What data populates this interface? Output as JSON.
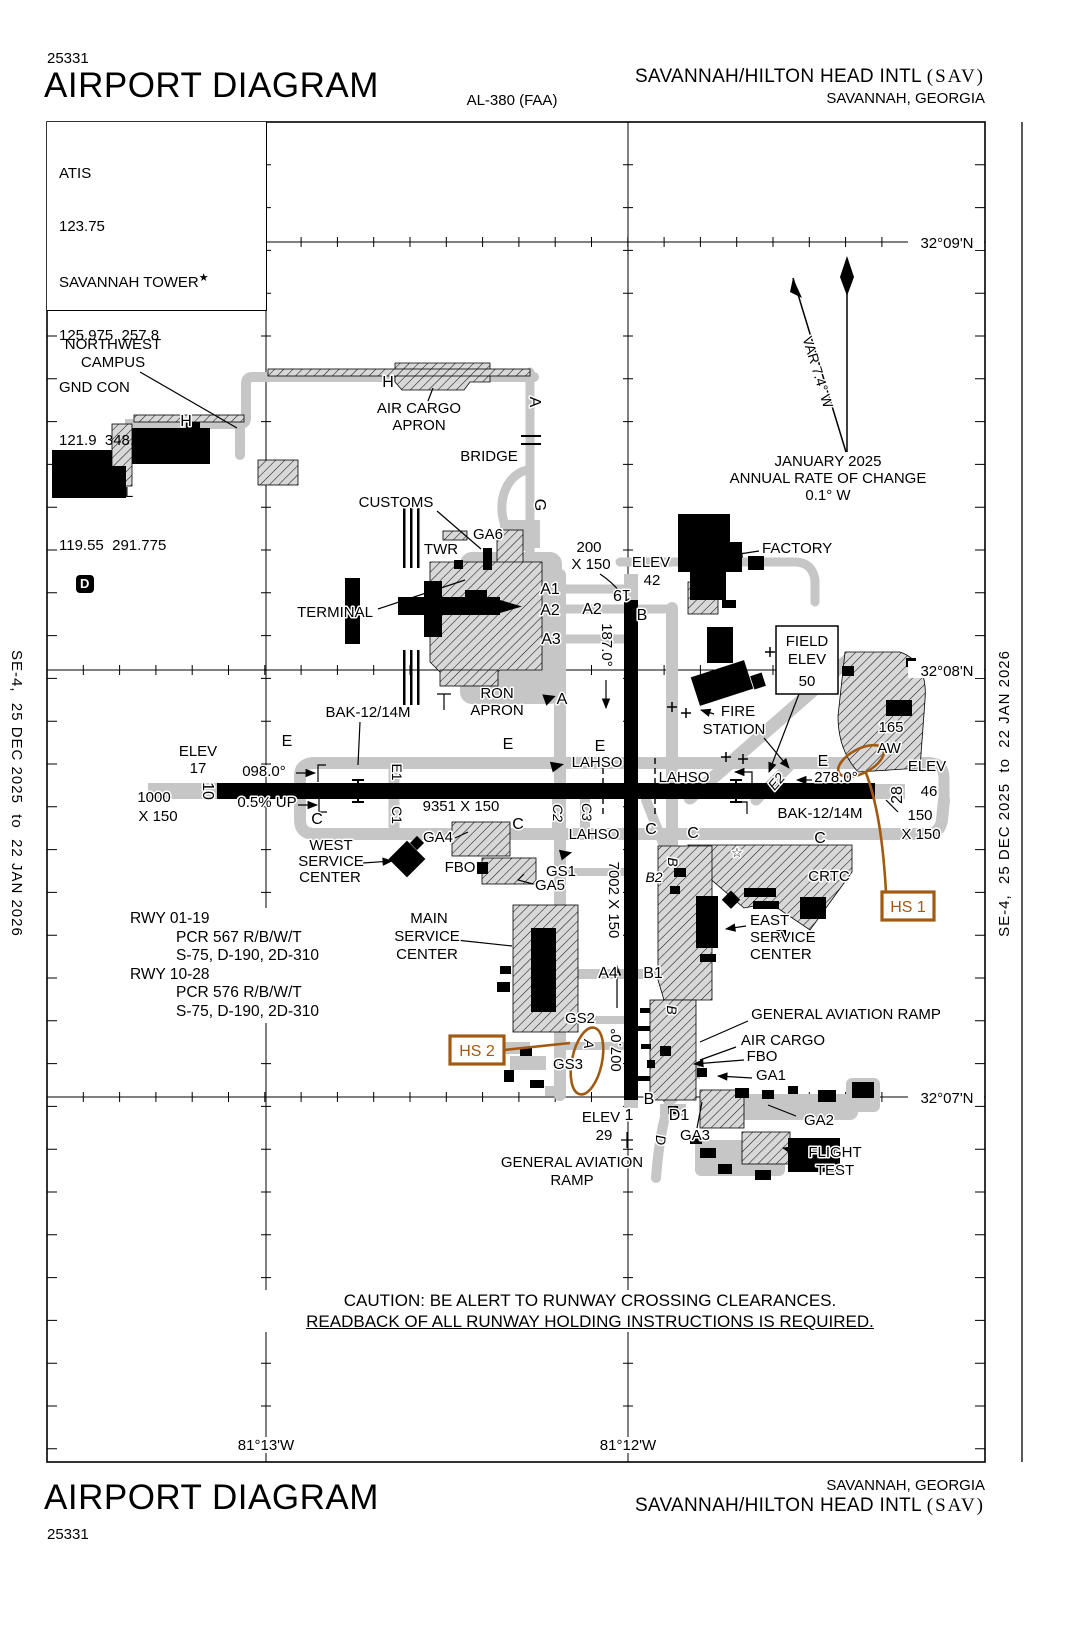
{
  "header": {
    "chart_number": "25331",
    "title": "AIRPORT DIAGRAM",
    "chart_code": "AL-380 (FAA)",
    "airport_name": "SAVANNAH/HILTON HEAD INTL",
    "airport_id": "(SAV)",
    "city": "SAVANNAH, GEORGIA"
  },
  "comm": {
    "atis_label": "ATIS",
    "atis_freq": "123.75",
    "tower_label": "SAVANNAH TOWER",
    "tower_star": "★",
    "tower_freq": "125.975  257.8",
    "gnd_label": "GND CON",
    "gnd_freq": "121.9  348.6",
    "clnc_label": "CLNC DEL",
    "clnc_freq": "119.55  291.775",
    "d_symbol": "D"
  },
  "margin_note": "SE-4,  25 DEC 2025  to  22 JAN 2026",
  "compass": {
    "var_label": "VAR 7.4° W"
  },
  "magvar": {
    "line1": "JANUARY 2025",
    "line2": "ANNUAL RATE OF CHANGE",
    "line3": "0.1° W"
  },
  "field_elev": {
    "line1": "FIELD",
    "line2": "ELEV",
    "line3": "50"
  },
  "graticule": {
    "lat": [
      "32°09'N",
      "32°08'N",
      "32°07'N"
    ],
    "lon": [
      "81°13'W",
      "81°12'W"
    ]
  },
  "labels": {
    "northwest1": "NORTHWEST",
    "northwest2": "CAMPUS",
    "h": "H",
    "air_cargo1": "AIR CARGO",
    "air_cargo2": "APRON",
    "bridge": "BRIDGE",
    "customs": "CUSTOMS",
    "twr": "TWR",
    "terminal": "TERMINAL",
    "ron1": "RON",
    "ron2": "APRON",
    "factory": "FACTORY",
    "fire1": "FIRE",
    "fire2": "STATION",
    "aw1": "165",
    "aw2": "AW",
    "crtc": "CRTC",
    "star_symbol": "☆",
    "ga1": "GA1",
    "ga2": "GA2",
    "ga3": "GA3",
    "ga4": "GA4",
    "ga5": "GA5",
    "ga6": "GA6",
    "gs1": "GS1",
    "gs2": "GS2",
    "gs3": "GS3",
    "fbo": "FBO",
    "west": "WEST",
    "main": "MAIN",
    "east": "EAST",
    "service": "SERVICE",
    "center": "CENTER",
    "flight1": "FLIGHT",
    "flight2": "TEST",
    "gen_av_ramp": "GENERAL AVIATION RAMP",
    "gen_av": "GENERAL AVIATION",
    "ramp": "RAMP",
    "lahso": "LAHSO",
    "a": "A",
    "a1": "A1",
    "a2": "A2",
    "a3": "A3",
    "a4": "A4",
    "b": "B",
    "b1": "B1",
    "b2": "B2",
    "c": "C",
    "c1": "C1",
    "c2": "C2",
    "c3": "C3",
    "d": "D",
    "d1": "D1",
    "e": "E",
    "e1": "E1",
    "e2": "E2",
    "g": "G",
    "elev": "ELEV",
    "elev17": "17",
    "elev29": "29",
    "elev42": "42",
    "elev46": "46",
    "rwy10": "10",
    "rwy28": "28",
    "rwy19": "19",
    "rwy01": "1",
    "hdg10": "098.0°",
    "hdg28": "278.0°",
    "hdg19": "187.0°",
    "hdg01": "007.0°",
    "grade": "0.5% UP",
    "dim_1028": "9351 X 150",
    "dim_0119": "7002 X 150",
    "ovr1000": "1000",
    "ovr200": "200",
    "ovr150": "150",
    "x150": "X 150",
    "bak": "BAK-12/14M"
  },
  "hotspots": {
    "hs1_label": "HS 1",
    "hs2_label": "HS 2",
    "color": "#a05a12"
  },
  "rwy_data": {
    "rwy1": "RWY 01-19",
    "rwy1_pcr": "PCR 567 R/B/W/T",
    "rwy1_codes": "S-75, D-190, 2D-310",
    "rwy2": "RWY 10-28",
    "rwy2_pcr": "PCR 576 R/B/W/T",
    "rwy2_codes": "S-75, D-190, 2D-310"
  },
  "caution": {
    "line1": "CAUTION: BE ALERT TO RUNWAY CROSSING CLEARANCES.",
    "line2": "READBACK OF ALL RUNWAY HOLDING INSTRUCTIONS IS REQUIRED."
  },
  "footer": {
    "city": "SAVANNAH, GEORGIA",
    "airport_name": "SAVANNAH/HILTON HEAD INTL",
    "airport_id": "(SAV)",
    "title": "AIRPORT DIAGRAM",
    "chart_number": "25331"
  }
}
